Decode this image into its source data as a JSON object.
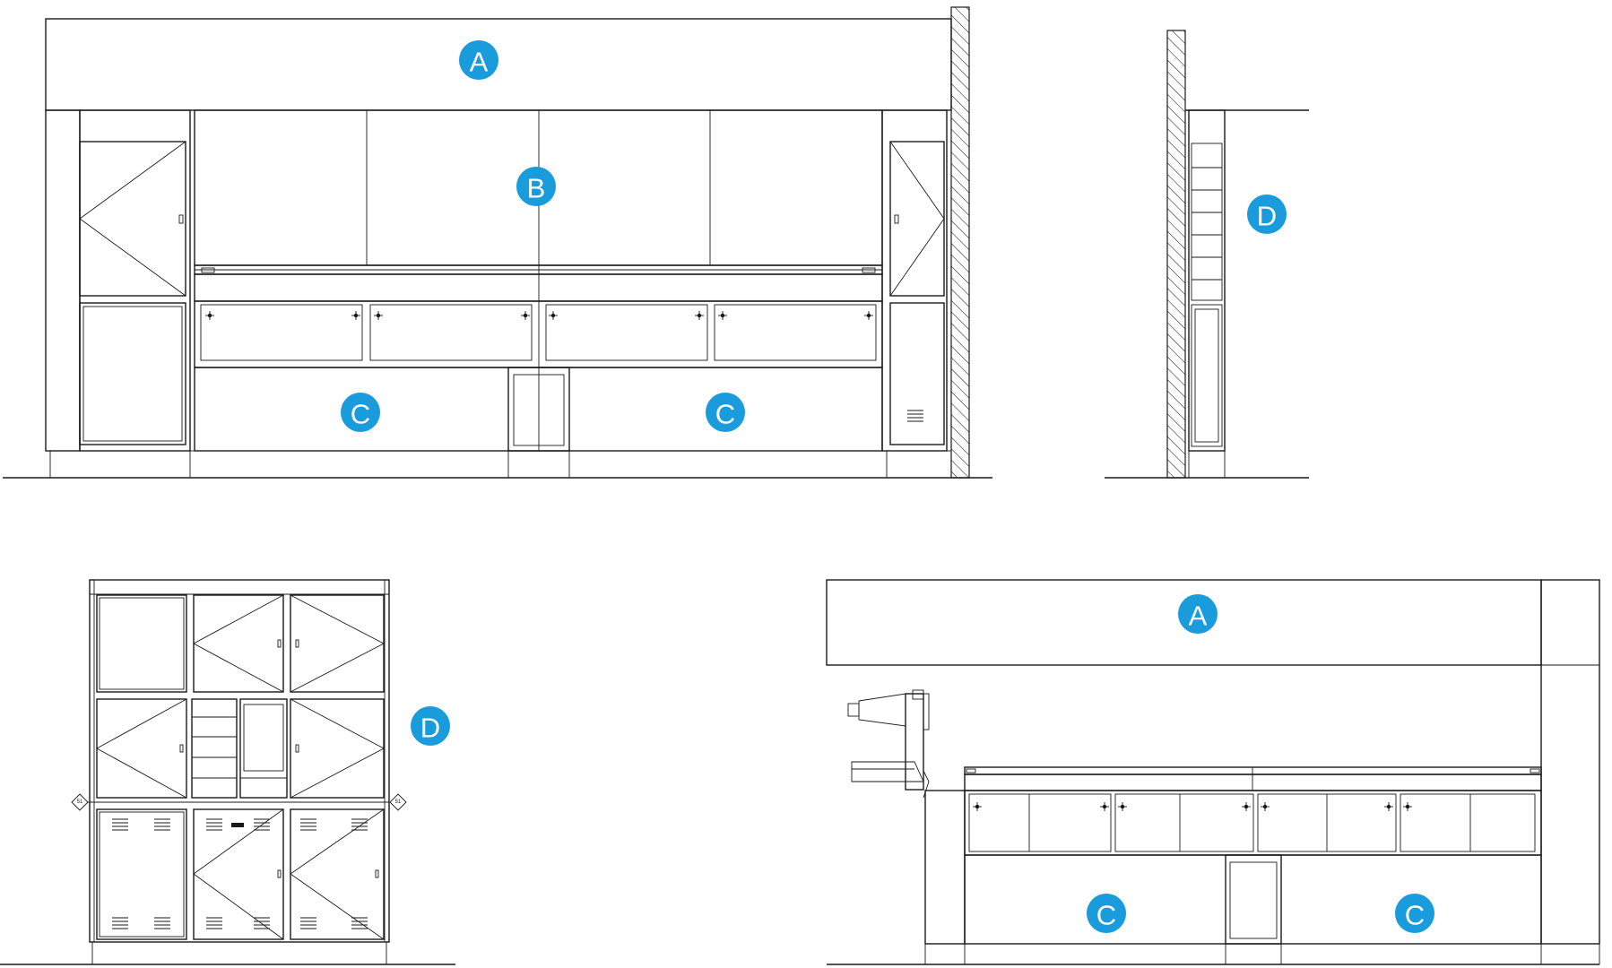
{
  "markers": [
    {
      "label": "A"
    },
    {
      "label": "B"
    },
    {
      "label": "C"
    },
    {
      "label": "C"
    },
    {
      "label": "D"
    },
    {
      "label": "D"
    },
    {
      "label": "A"
    },
    {
      "label": "C"
    },
    {
      "label": "C"
    }
  ],
  "colors": {
    "marker": "#1a9bdc",
    "line": "#1a1a1a"
  },
  "tags": {
    "left": "51",
    "right": "51"
  }
}
